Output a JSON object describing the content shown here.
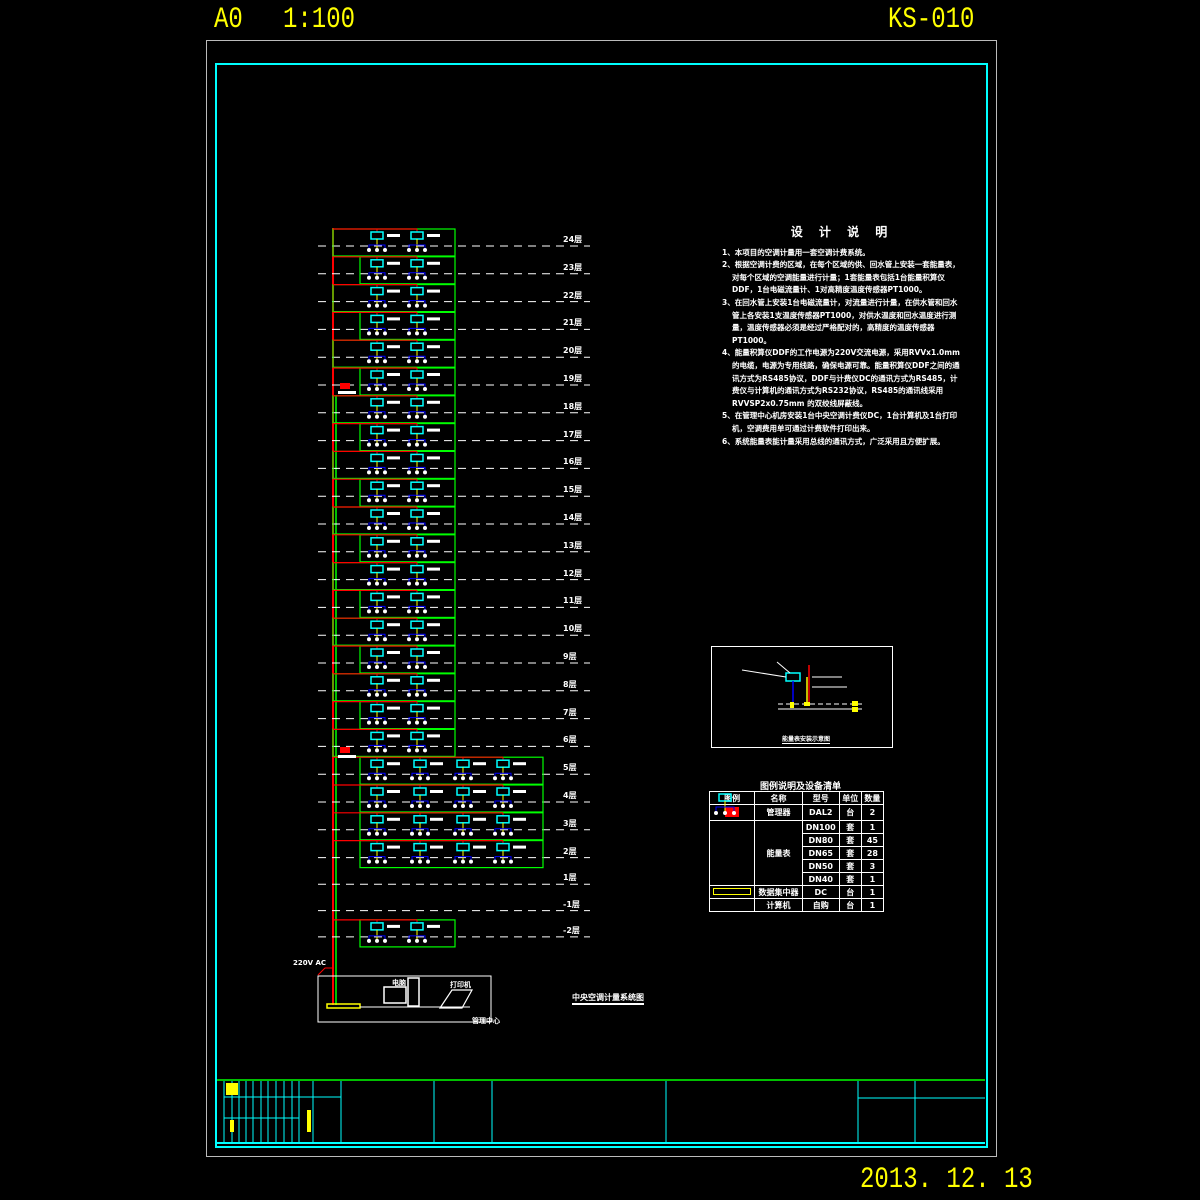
{
  "header": {
    "sheet_size": "A0",
    "scale": "1:100",
    "drawing_no": "KS-010"
  },
  "footer": {
    "date": "2013. 12. 13"
  },
  "diagram": {
    "title": "中央空调计量系统图",
    "floors": [
      {
        "label": "24层",
        "meters": 2
      },
      {
        "label": "23层",
        "meters": 2
      },
      {
        "label": "22层",
        "meters": 2
      },
      {
        "label": "21层",
        "meters": 2
      },
      {
        "label": "20层",
        "meters": 2
      },
      {
        "label": "19层",
        "meters": 2
      },
      {
        "label": "18层",
        "meters": 2
      },
      {
        "label": "17层",
        "meters": 2
      },
      {
        "label": "16层",
        "meters": 2
      },
      {
        "label": "15层",
        "meters": 2
      },
      {
        "label": "14层",
        "meters": 2
      },
      {
        "label": "13层",
        "meters": 2
      },
      {
        "label": "12层",
        "meters": 2
      },
      {
        "label": "11层",
        "meters": 2
      },
      {
        "label": "10层",
        "meters": 2
      },
      {
        "label": "9层",
        "meters": 2
      },
      {
        "label": "8层",
        "meters": 2
      },
      {
        "label": "7层",
        "meters": 2
      },
      {
        "label": "6层",
        "meters": 2
      },
      {
        "label": "5层",
        "meters": 4
      },
      {
        "label": "4层",
        "meters": 4
      },
      {
        "label": "3层",
        "meters": 4
      },
      {
        "label": "2层",
        "meters": 4
      },
      {
        "label": "1层",
        "meters": 0
      },
      {
        "label": "-1层",
        "meters": 0
      },
      {
        "label": "-2层",
        "meters": 2
      }
    ],
    "manager_floors": [
      "19层",
      "6层"
    ],
    "power_label": "220V AC",
    "control_room": {
      "computer": "电脑",
      "printer": "打印机",
      "room": "管理中心"
    }
  },
  "notes": {
    "title": "设 计 说 明",
    "items": [
      "1、本项目的空调计量用一套空调计费系统。",
      "2、根据空调计费的区域，在每个区域的供、回水管上安装一套能量表，对每个区域的空调能量进行计量；1套能量表包括1台能量积算仪DDF，1台电磁流量计、1对高精度温度传感器PT1000。",
      "3、在回水管上安装1台电磁流量计，对流量进行计量，在供水管和回水管上各安装1支温度传感器PT1000，对供水温度和回水温度进行测量，温度传感器必须是经过严格配对的，高精度的温度传感器PT1000。",
      "4、能量积算仪DDF的工作电源为220V交流电源，采用RVVx1.0mm 的电缆，电源为专用线路，确保电源可靠。能量积算仪DDF之间的通讯方式为RS485协议，DDF与计费仪DC的通讯方式为RS485，计费仪与计算机的通讯方式为RS232协议，RS485的通讯线采用RVVSP2x0.75mm 的双绞线屏蔽线。",
      "5、在管理中心机房安装1台中央空调计费仪DC，1台计算机及1台打印机，空调费用单可通过计费软件打印出来。",
      "6、系统能量表能计量采用总线的通讯方式，广泛采用且方便扩展。"
    ]
  },
  "install_detail": {
    "title": "能量表安装示意图"
  },
  "legend": {
    "title": "图例说明及设备清单",
    "headers": [
      "图例",
      "名称",
      "型号",
      "单位",
      "数量"
    ],
    "rows": [
      {
        "name": "管理器",
        "model": "DAL2",
        "unit": "台",
        "qty": "2"
      },
      {
        "name": "能量表",
        "model": "DN100",
        "unit": "套",
        "qty": "1"
      },
      {
        "name": "",
        "model": "DN80",
        "unit": "套",
        "qty": "45"
      },
      {
        "name": "",
        "model": "DN65",
        "unit": "套",
        "qty": "28"
      },
      {
        "name": "",
        "model": "DN50",
        "unit": "套",
        "qty": "3"
      },
      {
        "name": "",
        "model": "DN40",
        "unit": "套",
        "qty": "1"
      },
      {
        "name": "数据集中器",
        "model": "DC",
        "unit": "台",
        "qty": "1"
      },
      {
        "name": "计算机",
        "model": "自购",
        "unit": "台",
        "qty": "1"
      }
    ]
  },
  "colors": {
    "frame": "#00ffff",
    "supply": "#ff0000",
    "return": "#00ff00",
    "text_yellow": "#ffff00"
  }
}
